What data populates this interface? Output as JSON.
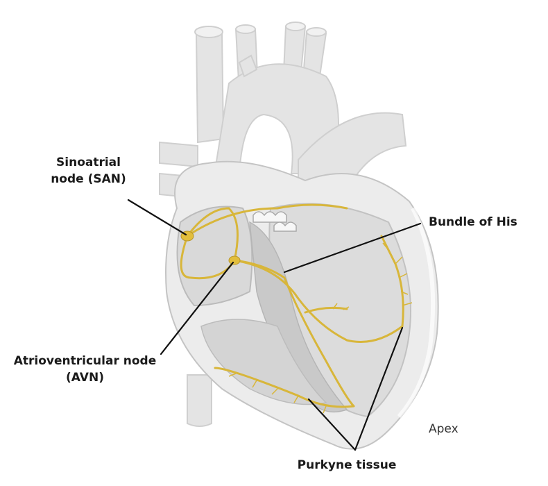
{
  "labels": {
    "san_line1": "Sinoatrial",
    "san_line2": "node (SAN)",
    "bundle": "Bundle of His",
    "avn_line1": "Atrioventricular node",
    "avn_line2": "(AVN)",
    "purkyne": "Purkyne tissue",
    "apex": "Apex"
  },
  "colors": {
    "heart_light": "#e9e9e9",
    "heart_mid": "#d6d6d6",
    "heart_dark": "#bdbdbd",
    "outline": "#c9c9c9",
    "conduction": "#d8b63a",
    "node": "#e2be3c",
    "leader": "#111111"
  }
}
